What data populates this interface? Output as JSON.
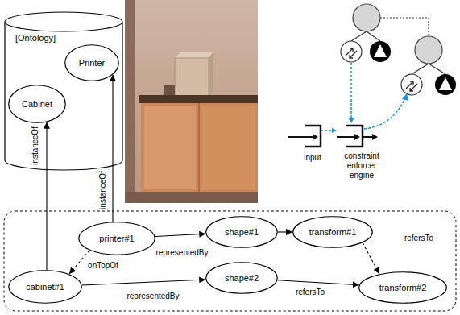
{
  "diagram": {
    "nodes": [
      {
        "text": [
          "[Ontology]"
        ]
      },
      {
        "text": [
          "Cabinet"
        ],
        "in": 0
      },
      {
        "text": [
          "Printer"
        ],
        "in": 0
      },
      {
        "text": [
          "printer#1"
        ]
      },
      {
        "text": [
          "shape#1"
        ]
      },
      {
        "text": [
          "transform#1"
        ]
      },
      {
        "text": [
          "cabinet#1"
        ]
      },
      {
        "text": [
          "shape#2"
        ]
      },
      {
        "text": [
          "transform#2"
        ]
      }
    ],
    "edges": [
      {
        "from": 6,
        "to": 1,
        "arrow": "to",
        "label": "instanceOf"
      },
      {
        "from": 3,
        "to": 2,
        "arrow": "to",
        "label": "instanceOf"
      },
      {
        "from": 3,
        "to": 4,
        "arrow": "to",
        "label": "representedBy"
      },
      {
        "from": 4,
        "to": 5,
        "arrow": "to"
      },
      {
        "from": 5,
        "to": 8,
        "arrow": "to",
        "label": "refersTo"
      },
      {
        "from": 3,
        "to": 6,
        "arrow": "to",
        "label": "onTopOf"
      },
      {
        "from": 6,
        "to": 7,
        "arrow": "to",
        "label": "representedBy"
      },
      {
        "from": 7,
        "to": 8,
        "arrow": "to",
        "label": "refersTo"
      }
    ],
    "labels": [
      "input",
      "constraint enforcer engine"
    ]
  }
}
